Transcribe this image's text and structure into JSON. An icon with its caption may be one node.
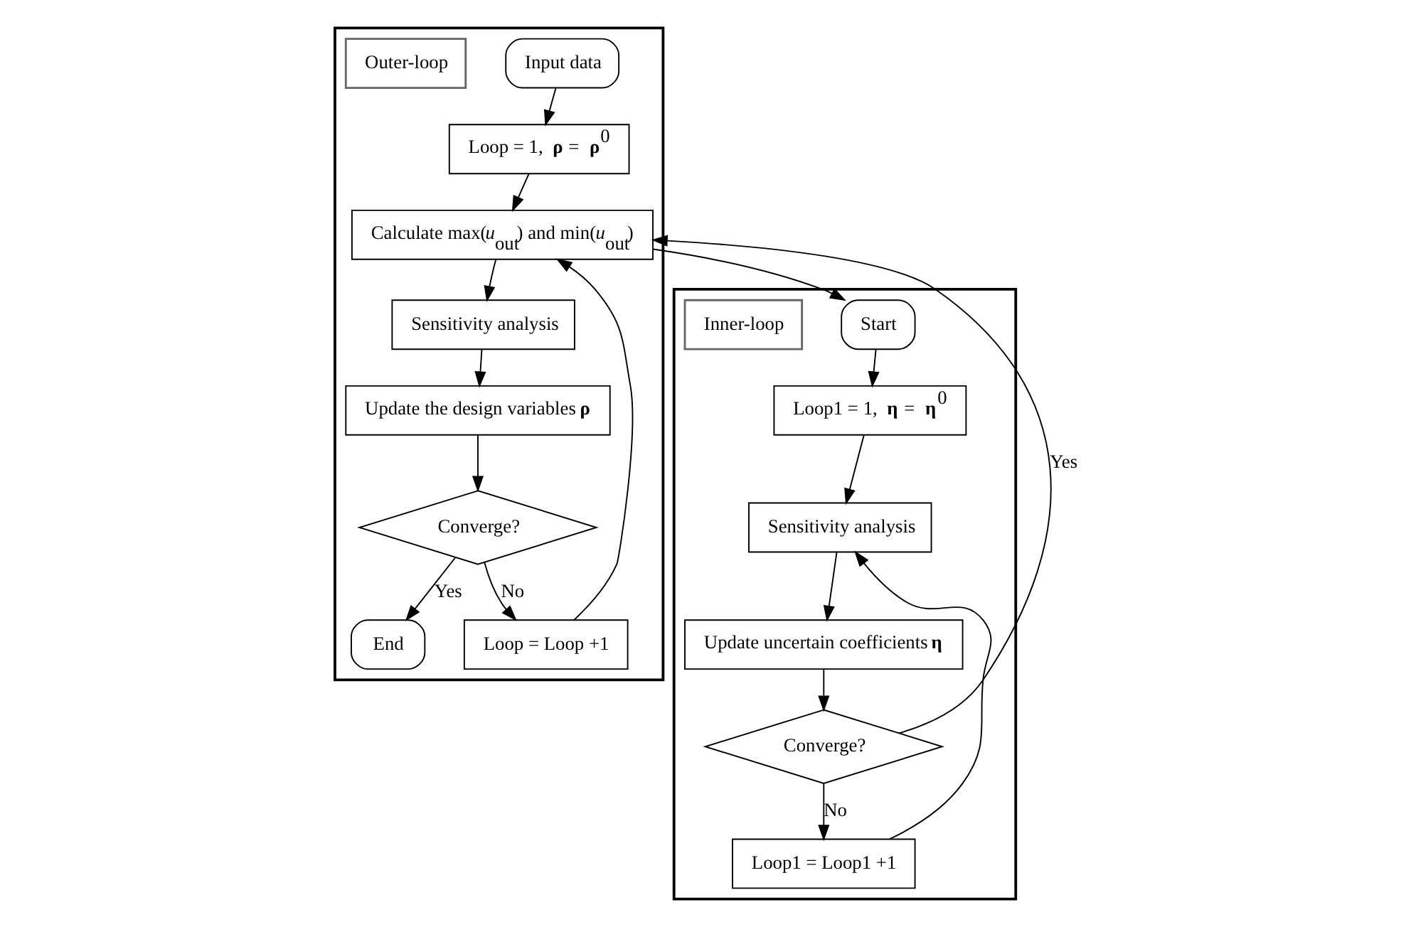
{
  "diagram": {
    "nodes": [
      {
        "text": [],
        "shape": "box"
      },
      {
        "text": [
          "Input data"
        ],
        "in": 0
      },
      {
        "text": [
          "Loop = 1, **ρ** = **ρ**$^{0}$"
        ],
        "in": 0
      },
      {
        "text": [
          "Calculate max(*u*$_{out}$) and min(*u*$_{out}$)"
        ],
        "in": 0
      },
      {
        "text": [
          "Sensitivity analysis"
        ],
        "in": 0
      },
      {
        "text": [
          "Update the design variables **ρ**"
        ],
        "in": 0
      },
      {
        "text": [
          "Converge?"
        ],
        "in": 0
      },
      {
        "text": [
          "End"
        ],
        "in": 0
      },
      {
        "text": [
          "Loop = Loop +1"
        ],
        "in": 0
      },
      {
        "text": [
          "Outer-loop"
        ],
        "in": 0
      },
      {
        "text": [],
        "shape": "box"
      },
      {
        "text": [
          "Start"
        ],
        "in": 10
      },
      {
        "text": [
          "Loop1 = 1, **η** = **η**$^{0}$"
        ],
        "in": 10
      },
      {
        "text": [
          "Sensitivity analysis"
        ],
        "in": 10
      },
      {
        "text": [
          "Update uncertain coefficients **η**"
        ],
        "in": 10
      },
      {
        "text": [
          "Converge?"
        ],
        "in": 10
      },
      {
        "text": [
          "Loop1 = Loop1 +1"
        ],
        "in": 10
      },
      {
        "text": [
          "Inner-loop"
        ],
        "in": 10
      }
    ],
    "edges": [
      {
        "from": 1,
        "to": 2,
        "arrow": "to"
      },
      {
        "from": 2,
        "to": 3,
        "arrow": "to"
      },
      {
        "from": 3,
        "to": 4,
        "arrow": "to"
      },
      {
        "from": 4,
        "to": 5,
        "arrow": "to"
      },
      {
        "from": 5,
        "to": 6,
        "arrow": "to"
      },
      {
        "from": 6,
        "to": 7,
        "label": "Yes",
        "arrow": "to"
      },
      {
        "from": 6,
        "to": 8,
        "label": "No",
        "arrow": "to"
      },
      {
        "from": 8,
        "to": 3,
        "arrow": "to"
      },
      {
        "from": 3,
        "to": 11,
        "arrow": "to"
      },
      {
        "from": 11,
        "to": 12,
        "arrow": "to"
      },
      {
        "from": 12,
        "to": 13,
        "arrow": "to"
      },
      {
        "from": 13,
        "to": 14,
        "arrow": "to"
      },
      {
        "from": 14,
        "to": 15,
        "arrow": "to"
      },
      {
        "from": 15,
        "to": 3,
        "label": "Yes",
        "arrow": "to"
      },
      {
        "from": 15,
        "to": 16,
        "label": "No",
        "arrow": "to"
      },
      {
        "from": 16,
        "to": 13,
        "arrow": "to"
      }
    ]
  }
}
